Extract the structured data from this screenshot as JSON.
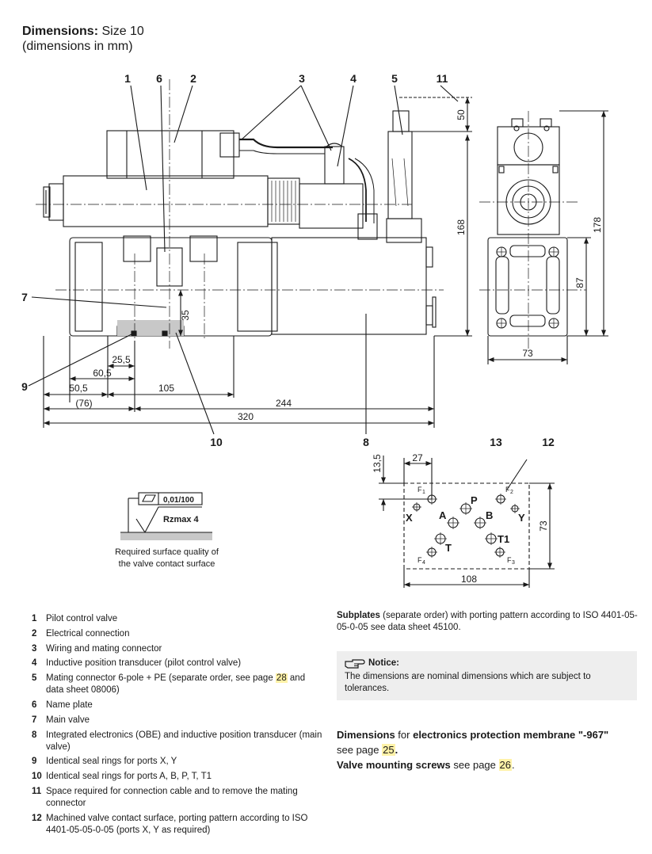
{
  "header": {
    "title_bold": "Dimensions:",
    "title_rest": " Size 10",
    "subtitle": "(dimensions in mm)"
  },
  "callouts": [
    "1",
    "6",
    "2",
    "3",
    "4",
    "5",
    "11",
    "7",
    "9",
    "10",
    "8",
    "13",
    "12"
  ],
  "dimensions": {
    "d50": "50",
    "d168": "168",
    "d178": "178",
    "d87": "87",
    "d73": "73",
    "d35": "35",
    "d25_5": "25,5",
    "d60_5": "60,5",
    "d50_5": "50,5",
    "d105": "105",
    "d76": "(76)",
    "d244": "244",
    "d320": "320",
    "d13_5": "13,5",
    "d27": "27",
    "d73b": "73",
    "d108": "108"
  },
  "ports": {
    "F1": "F",
    "F1s": "1",
    "F2": "F",
    "F2s": "2",
    "F3": "F",
    "F3s": "3",
    "F4": "F",
    "F4s": "4",
    "P": "P",
    "A": "A",
    "B": "B",
    "X": "X",
    "Y": "Y",
    "T": "T",
    "T1": "T1"
  },
  "surface": {
    "flatness": "0,01/100",
    "roughness": "Rzmax  4",
    "caption_line1": "Required surface quality of",
    "caption_line2": "the valve contact surface"
  },
  "legend": [
    {
      "num": "1",
      "text": "Pilot control valve"
    },
    {
      "num": "2",
      "text": "Electrical connection"
    },
    {
      "num": "3",
      "text": "Wiring and mating connector"
    },
    {
      "num": "4",
      "text": "Inductive position transducer (pilot control valve)"
    },
    {
      "num": "5",
      "text_before": "Mating connector 6-pole + PE (separate order, see page ",
      "link": "28",
      "text_after": " and data sheet 08006)"
    },
    {
      "num": "6",
      "text": "Name plate"
    },
    {
      "num": "7",
      "text": "Main valve"
    },
    {
      "num": "8",
      "text": "Integrated electronics (OBE) and inductive position transducer (main valve)"
    },
    {
      "num": "9",
      "text": "Identical seal rings for ports X, Y"
    },
    {
      "num": "10",
      "text": "Identical seal rings for ports A, B, P, T, T1"
    },
    {
      "num": "11",
      "text": "Space required for connection cable and to remove the mating connector"
    },
    {
      "num": "12",
      "text": "Machined valve contact surface, porting pattern according to ISO 4401-05-05-0-05 (ports X, Y as required)"
    }
  ],
  "subplates": {
    "bold": "Subplates",
    "text": " (separate order) with porting pattern according to ISO 4401-05-05-0-05 see data sheet 45100."
  },
  "notice": {
    "title": "Notice:",
    "text": "The dimensions are nominal dimensions which are subject to tolerances."
  },
  "refs": {
    "line1_b1": "Dimensions",
    "line1_t1": " for ",
    "line1_b2": "electronics protection membrane \"-967\"",
    "line2_t1": "see page ",
    "line2_link": "25",
    "line2_end": ".",
    "line3_b": "Valve mounting screws",
    "line3_t": " see page ",
    "line3_link": "26",
    "line3_end": "."
  },
  "colors": {
    "line": "#1a1a1a",
    "notice_bg": "#eeeeee",
    "highlight": "#fff2a8",
    "shade": "#c8c8c8"
  }
}
